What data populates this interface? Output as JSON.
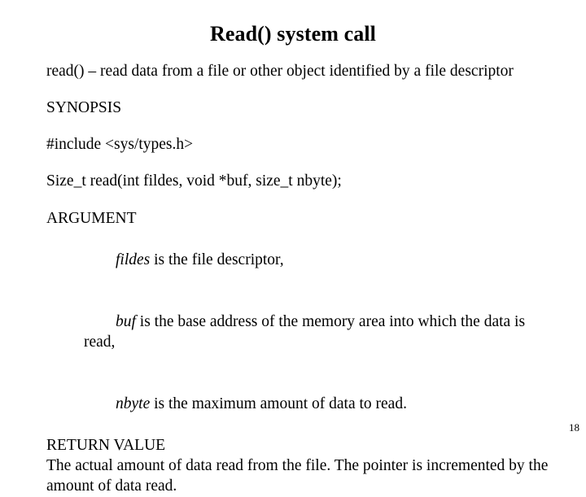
{
  "slide": {
    "title": "Read() system call",
    "page_number": "18",
    "background_color": "#ffffff",
    "text_color": "#000000",
    "description": {
      "text": "read() – read data from a file or other object identified by a file descriptor"
    },
    "synopsis": {
      "heading": "SYNOPSIS",
      "include_line": "#include <sys/types.h>",
      "prototype": "Size_t read(int fildes, void *buf, size_t nbyte);"
    },
    "argument": {
      "heading": "ARGUMENT",
      "items": [
        {
          "name": "fildes",
          "description": " is the file descriptor,"
        },
        {
          "name": "buf",
          "description": " is the base address of the memory area into which the data is read,"
        },
        {
          "name": "nbyte",
          "description": " is the maximum amount of data to read."
        }
      ]
    },
    "return_value": {
      "heading": "RETURN VALUE",
      "text": "The actual amount of data read from the file. The pointer is incremented by the amount of data read."
    }
  }
}
